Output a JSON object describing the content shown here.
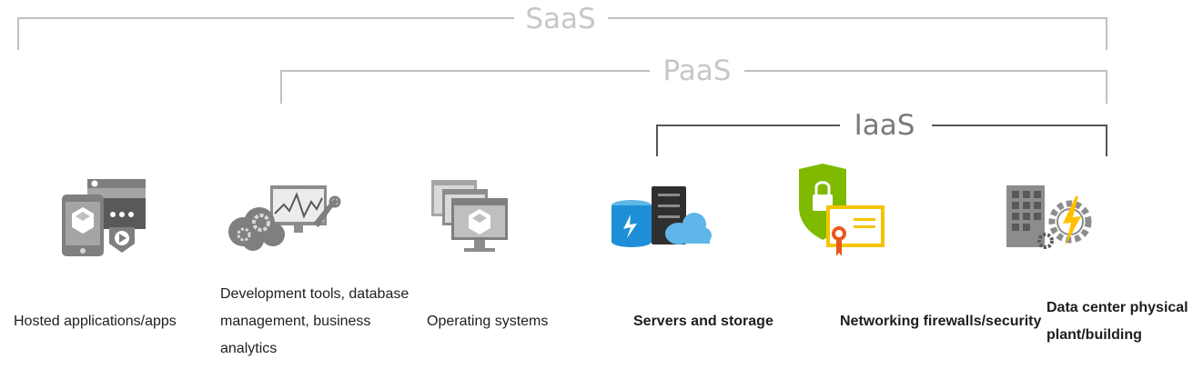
{
  "brackets": {
    "saas": "SaaS",
    "paas": "PaaS",
    "iaas": "IaaS"
  },
  "colors": {
    "bracket_light": "#c0c0c0",
    "bracket_dark": "#555555",
    "icon_gray": "#8c8c8c",
    "azure_blue": "#1e8fd6",
    "shield_green": "#7fba00",
    "certificate_yellow": "#f5c400",
    "bolt_yellow": "#ffc000"
  },
  "items": [
    {
      "icon": "hosted-apps-icon",
      "label": "Hosted applications/apps"
    },
    {
      "icon": "development-tools-icon",
      "label": "Development tools, database management, business analytics"
    },
    {
      "icon": "operating-systems-icon",
      "label": "Operating systems"
    },
    {
      "icon": "servers-storage-icon",
      "label": "Servers and storage"
    },
    {
      "icon": "networking-security-icon",
      "label": "Networking firewalls/security"
    },
    {
      "icon": "datacenter-icon",
      "label": "Data center physical plant/building"
    }
  ]
}
